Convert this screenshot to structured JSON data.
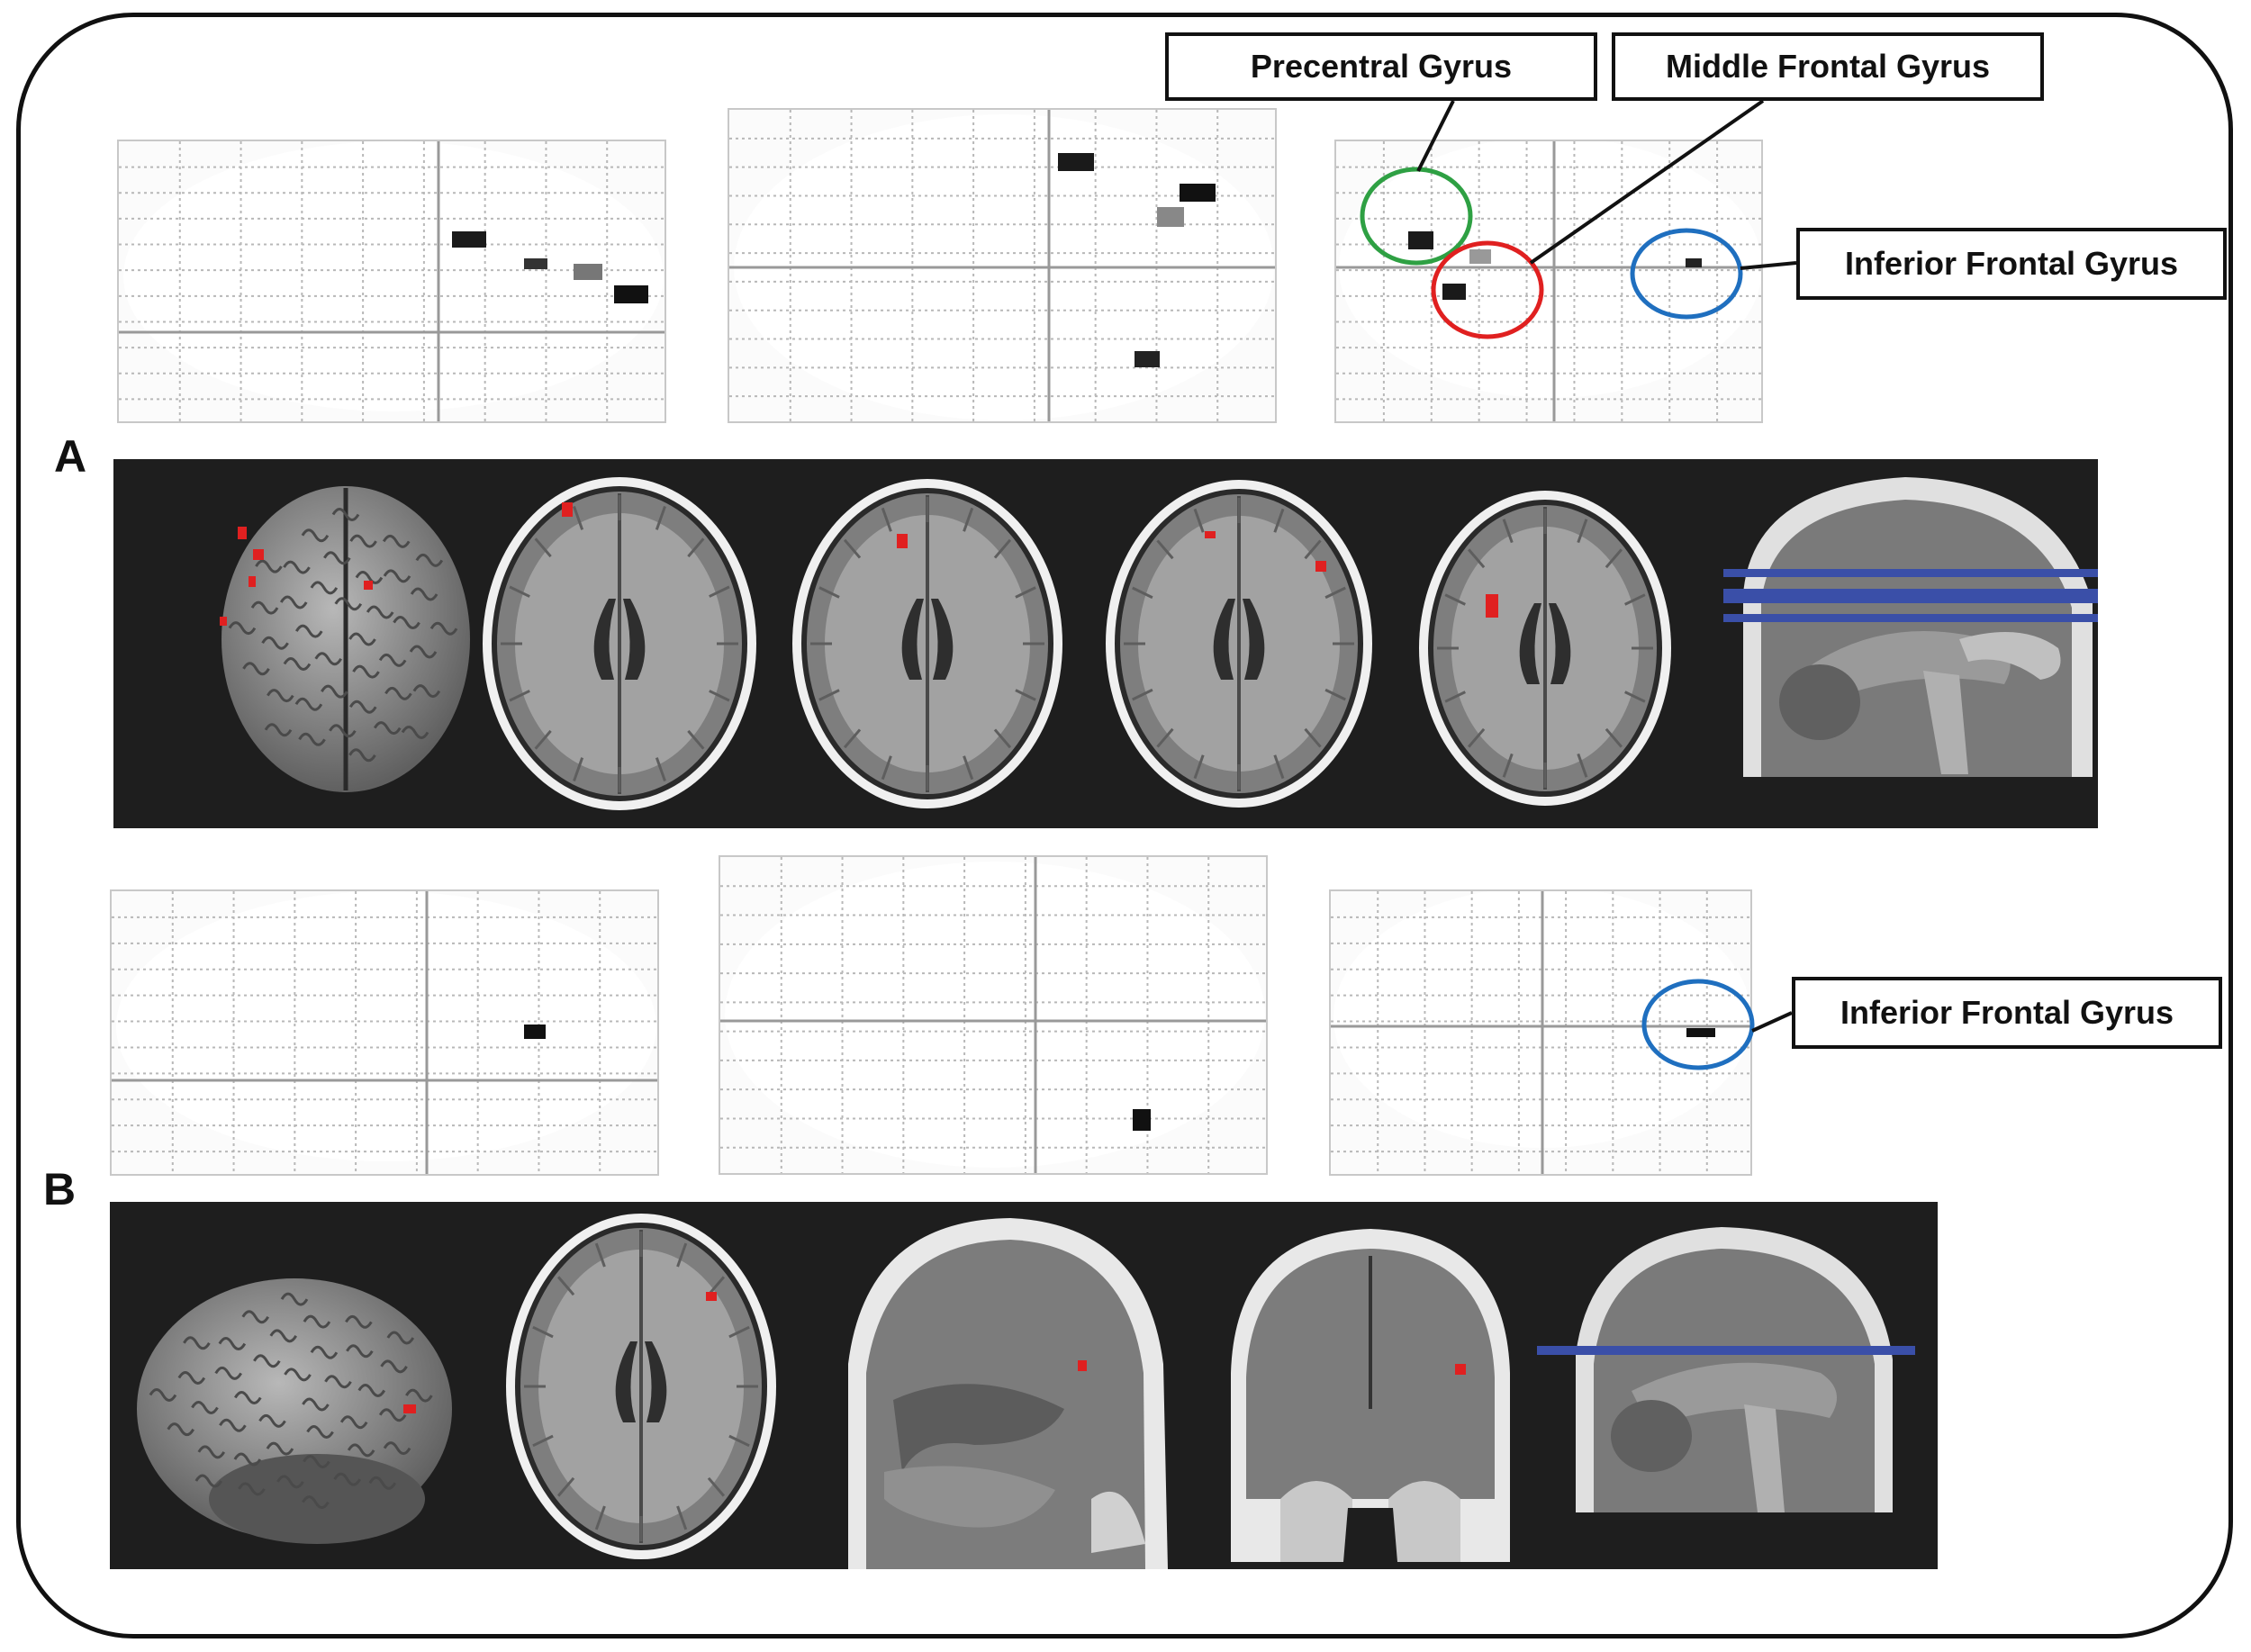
{
  "panels": [
    {
      "letter": "A"
    },
    {
      "letter": "B"
    }
  ],
  "labels": {
    "precentral": "Precentral Gyrus",
    "middle_frontal": "Middle Frontal Gyrus",
    "inferior_frontal_a": "Inferior Frontal Gyrus",
    "inferior_frontal_b": "Inferior Frontal Gyrus"
  },
  "colors": {
    "precentral_circle": "#2ea043",
    "middle_frontal_circle": "#e02020",
    "inferior_frontal_circle": "#1f6fbf",
    "slice_line": "#3a4fa8",
    "activation": "#e02020",
    "strip_bg": "#1e1e1e"
  }
}
